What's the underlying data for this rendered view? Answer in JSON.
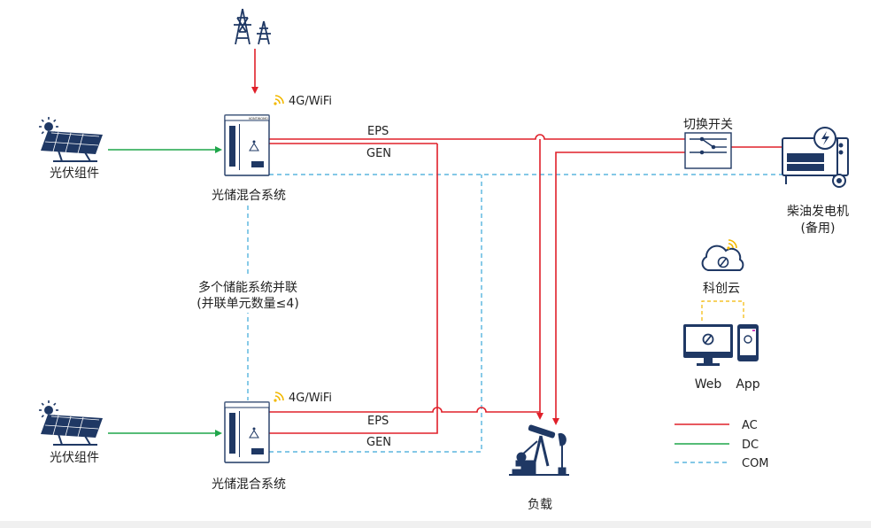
{
  "labels": {
    "pv_top": "光伏组件",
    "pv_bottom": "光伏组件",
    "storage_top": "光储混合系统",
    "storage_bottom": "光储混合系统",
    "comm_top": "4G/WiFi",
    "comm_bottom": "4G/WiFi",
    "eps_top": "EPS",
    "gen_top": "GEN",
    "eps_bottom": "EPS",
    "gen_bottom": "GEN",
    "switch": "切换开关",
    "generator_line1": "柴油发电机",
    "generator_line2": "(备用)",
    "parallel_line1": "多个储能系统并联",
    "parallel_line2": "(并联单元数量≤4)",
    "cloud": "科创云",
    "web": "Web",
    "app": "App",
    "load": "负载",
    "cabinet_brand": "KONTWOMO"
  },
  "legend": [
    {
      "label": "AC",
      "color": "#e0202a",
      "style": "solid"
    },
    {
      "label": "DC",
      "color": "#1fa64a",
      "style": "solid"
    },
    {
      "label": "COM",
      "color": "#3aa8d8",
      "style": "dashed"
    }
  ],
  "colors": {
    "ac": "#e0202a",
    "dc": "#1fa64a",
    "com": "#3aa8d8",
    "navy": "#1f3864",
    "wifi": "#f2b800",
    "cloud_link": "#f2b800"
  },
  "icons": {
    "grid": "transmission-tower-icon",
    "sun": "sun-icon",
    "panel": "solar-panel-icon",
    "cabinet": "storage-cabinet-icon",
    "generator": "diesel-generator-icon",
    "cloud": "cloud-icon",
    "monitor": "monitor-icon",
    "phone": "phone-icon",
    "load": "pumpjack-icon",
    "wifi": "wifi-icon",
    "switch": "transfer-switch-icon"
  }
}
